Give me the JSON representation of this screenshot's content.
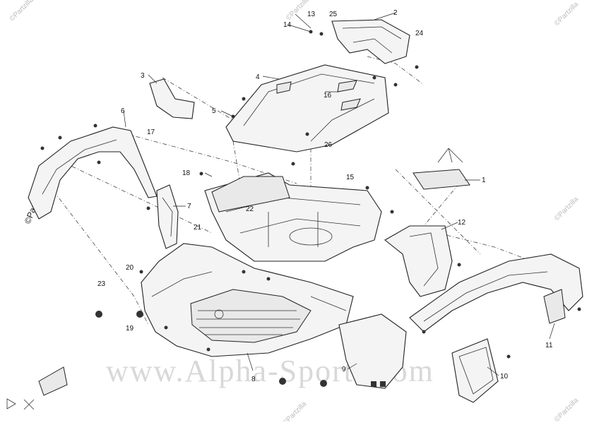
{
  "diagram": {
    "watermark": "www.Alpha-Sports.com",
    "side_watermark": "©Partzilla.com",
    "corner_marks": [
      "©Partzilla",
      "©Partzilla",
      "©Partzilla",
      "©Partzilla",
      "©Partzilla",
      "©Partzilla"
    ],
    "callouts": [
      "1",
      "2",
      "3",
      "4",
      "5",
      "6",
      "7",
      "8",
      "9",
      "10",
      "11",
      "12",
      "13",
      "14",
      "15",
      "16",
      "17",
      "18",
      "19",
      "20",
      "21",
      "22",
      "23",
      "24",
      "25",
      "26"
    ]
  }
}
